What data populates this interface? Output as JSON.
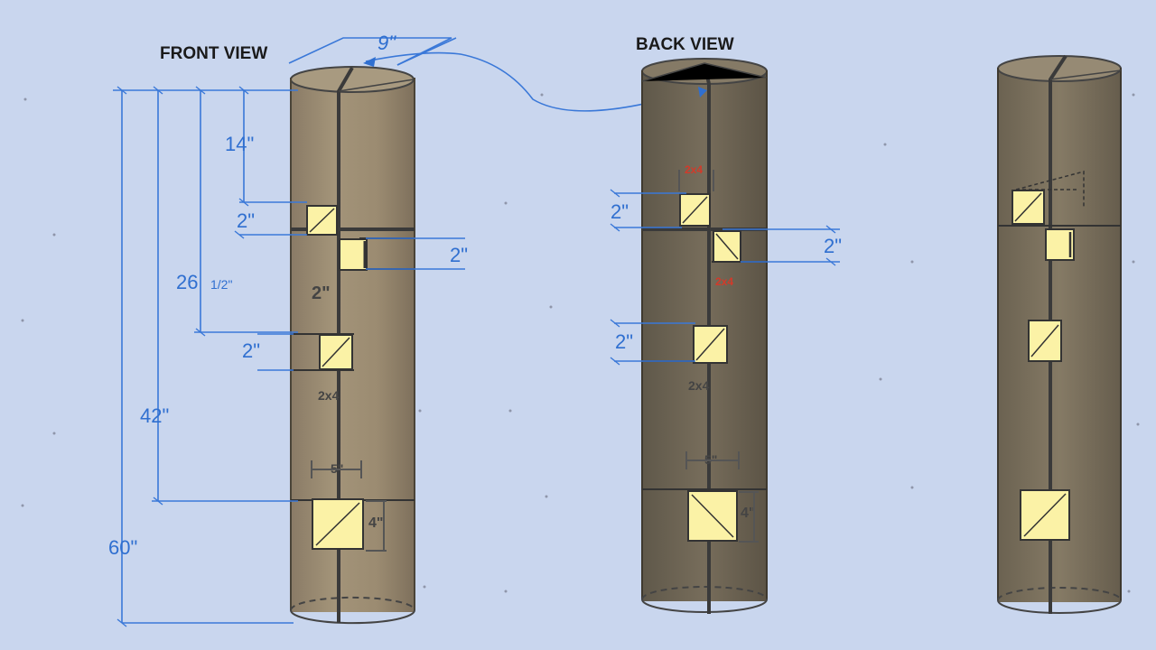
{
  "views": {
    "front_title": "FRONT VIEW",
    "back_title": "BACK VIEW"
  },
  "front_dims": {
    "diameter": "9\"",
    "top_to_first": "14\"",
    "box1": "2\"",
    "box2": "2\"",
    "to_third": "26",
    "to_third_frac": "1/2\"",
    "box3": "2\"",
    "to_fourth": "42\"",
    "total_height": "60\"",
    "box4_width": "5\"",
    "box4_height": "4\"",
    "mark_a": "2\"",
    "mark_b": "2x4"
  },
  "back_dims": {
    "box1": "2\"",
    "box2": "2\"",
    "box3": "2\"",
    "red_a": "2x4",
    "red_b": "2x4",
    "mark_b": "2x4",
    "box4_width": "5\"",
    "box4_height": "4\""
  },
  "colors": {
    "background": "#c9d6ee",
    "dimension_blue": "#2f6fd0",
    "wood": "#9a8a74",
    "wood_dark": "#6f6656",
    "window_fill": "#fbf2a6"
  }
}
